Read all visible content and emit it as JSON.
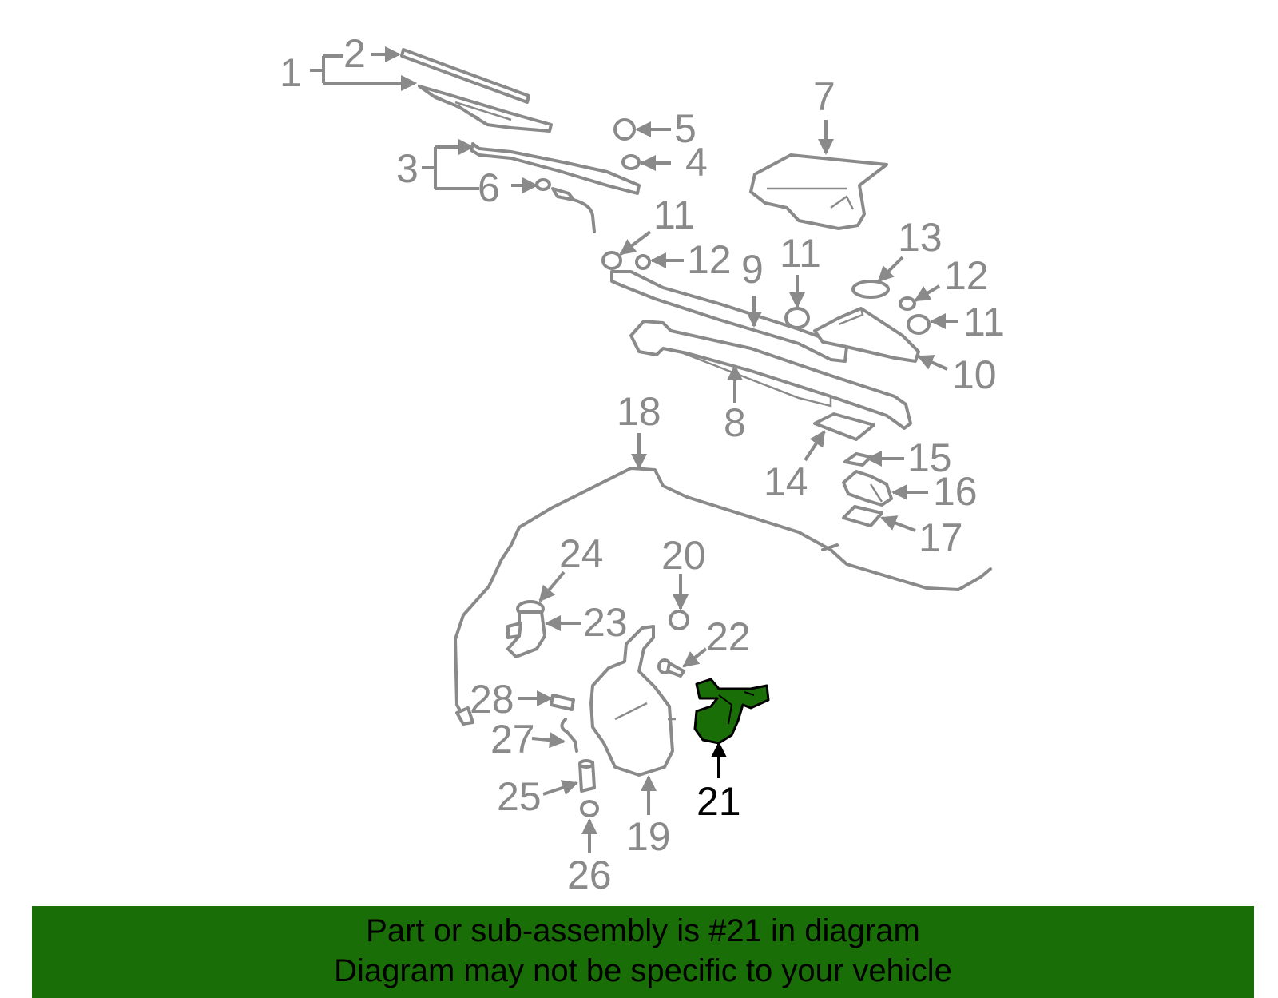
{
  "highlight": {
    "part_number": "21",
    "color": "#1a6e07",
    "label": "21"
  },
  "callouts": [
    {
      "id": "c1",
      "label": "1"
    },
    {
      "id": "c2",
      "label": "2"
    },
    {
      "id": "c3",
      "label": "3"
    },
    {
      "id": "c4",
      "label": "4"
    },
    {
      "id": "c5",
      "label": "5"
    },
    {
      "id": "c6",
      "label": "6"
    },
    {
      "id": "c7",
      "label": "7"
    },
    {
      "id": "c8",
      "label": "8"
    },
    {
      "id": "c9",
      "label": "9"
    },
    {
      "id": "c10",
      "label": "10"
    },
    {
      "id": "c11a",
      "label": "11"
    },
    {
      "id": "c11b",
      "label": "11"
    },
    {
      "id": "c11c",
      "label": "11"
    },
    {
      "id": "c12a",
      "label": "12"
    },
    {
      "id": "c12b",
      "label": "12"
    },
    {
      "id": "c13",
      "label": "13"
    },
    {
      "id": "c14",
      "label": "14"
    },
    {
      "id": "c15",
      "label": "15"
    },
    {
      "id": "c16",
      "label": "16"
    },
    {
      "id": "c17",
      "label": "17"
    },
    {
      "id": "c18",
      "label": "18"
    },
    {
      "id": "c19",
      "label": "19"
    },
    {
      "id": "c20",
      "label": "20"
    },
    {
      "id": "c22",
      "label": "22"
    },
    {
      "id": "c23",
      "label": "23"
    },
    {
      "id": "c24",
      "label": "24"
    },
    {
      "id": "c25",
      "label": "25"
    },
    {
      "id": "c26",
      "label": "26"
    },
    {
      "id": "c27",
      "label": "27"
    },
    {
      "id": "c28",
      "label": "28"
    }
  ],
  "banner": {
    "line1": "Part or sub-assembly is #21 in diagram",
    "line2": "Diagram may not be specific to your vehicle",
    "background": "#1a6e07"
  }
}
